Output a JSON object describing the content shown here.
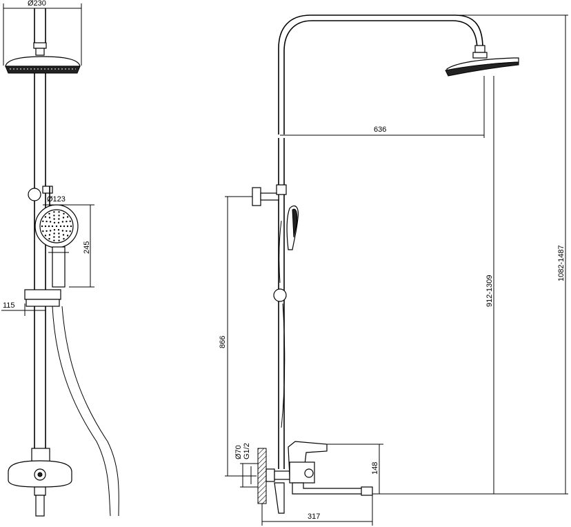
{
  "dimensions": {
    "head_diameter": "Ø230",
    "hand_diameter": "Ø123",
    "hand_height": "245",
    "bar_offset": "115",
    "arm_reach": "636",
    "holder_height": "866",
    "flange": "Ø70",
    "thread": "G1/2",
    "mixer_height": "148",
    "mixer_spout": "317",
    "head_height": "912-1309",
    "total_height": "1082-1487"
  },
  "colors": {
    "line": "#000000",
    "fill": "#222222"
  }
}
